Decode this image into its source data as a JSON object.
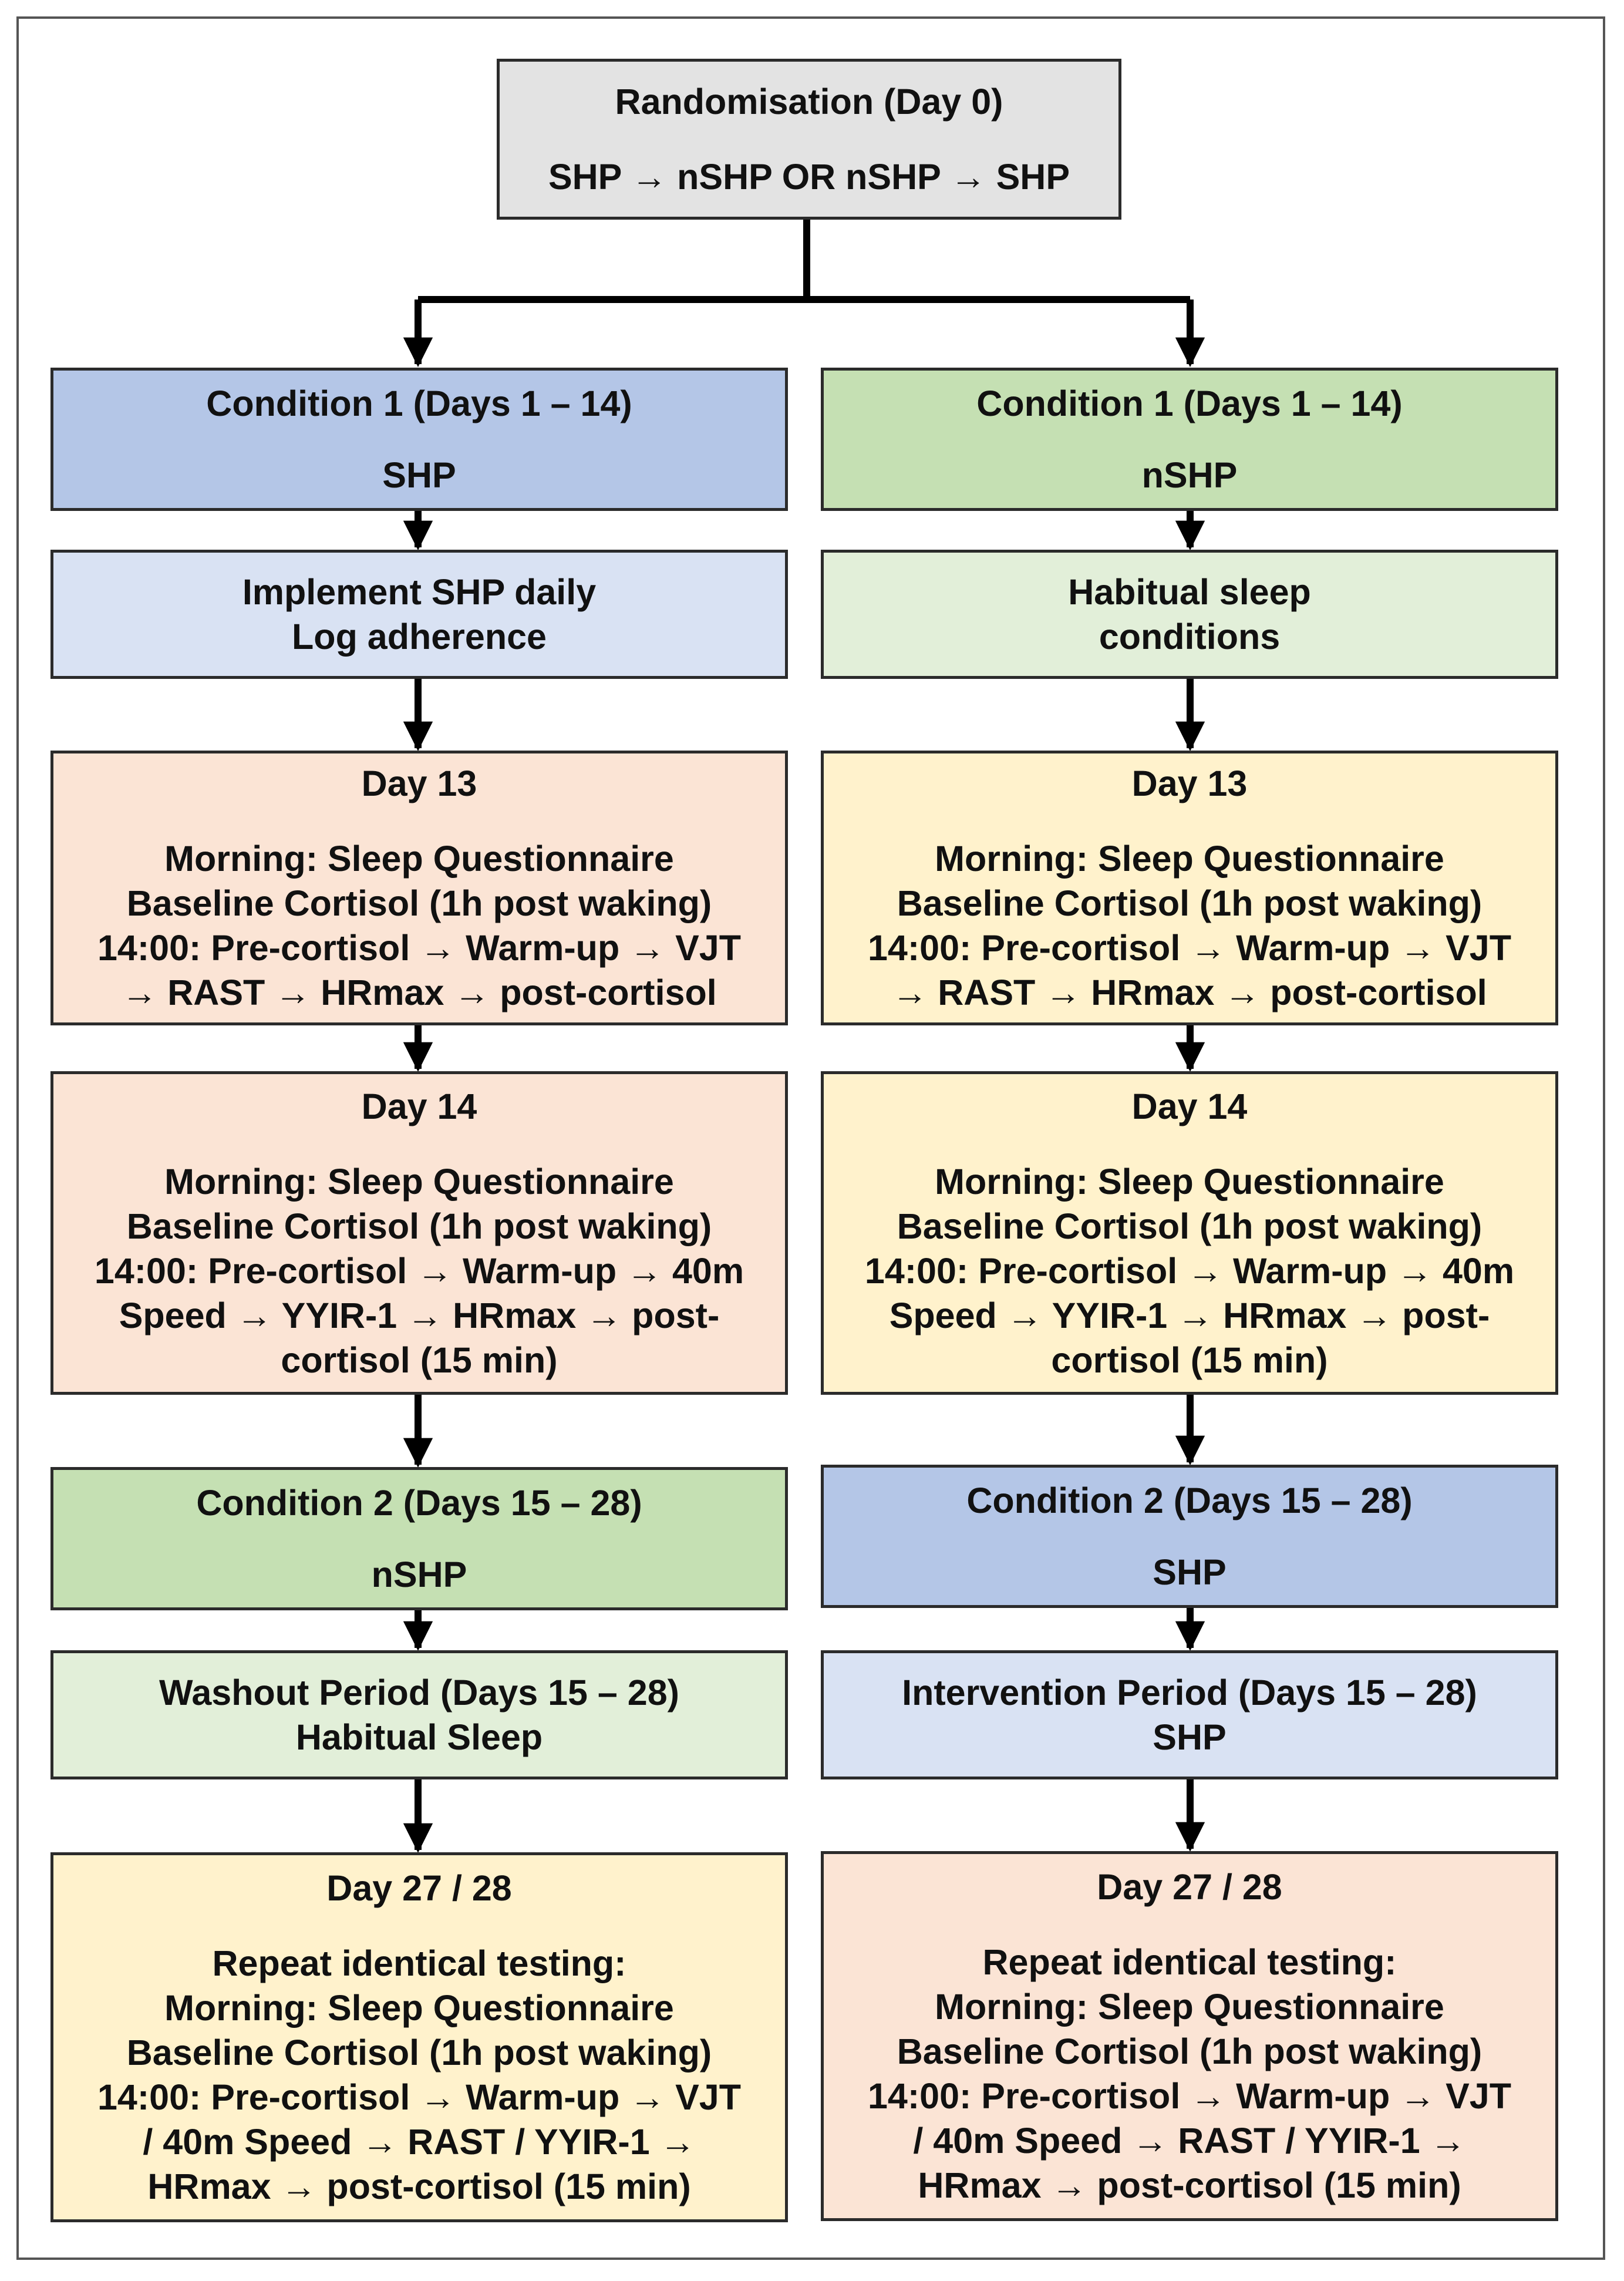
{
  "colors": {
    "grey": "#e3e3e3",
    "blue": "#b4c6e7",
    "light_blue": "#d9e2f3",
    "green": "#c5e0b3",
    "light_green": "#e2efd9",
    "peach": "#fbe4d5",
    "yellow": "#fff2cc",
    "line": "#000000"
  },
  "randomisation": {
    "title": "Randomisation (Day 0)",
    "subtitle": "SHP → nSHP OR nSHP → SHP"
  },
  "left": {
    "condition1": {
      "title": "Condition 1 (Days 1 – 14)",
      "subtitle": "SHP"
    },
    "period1": {
      "lines": [
        "Implement SHP daily",
        "Log adherence"
      ]
    },
    "day13": {
      "title": "Day 13",
      "lines": [
        "Morning: Sleep Questionnaire",
        "Baseline Cortisol (1h post waking)",
        "14:00: Pre-cortisol → Warm-up → VJT",
        "→ RAST → HRmax → post-cortisol"
      ]
    },
    "day14": {
      "title": "Day 14",
      "lines": [
        "Morning: Sleep Questionnaire",
        "Baseline Cortisol (1h post waking)",
        "14:00: Pre-cortisol → Warm-up → 40m",
        "Speed → YYIR-1 → HRmax → post-",
        "cortisol (15 min)"
      ]
    },
    "condition2": {
      "title": "Condition 2 (Days 15 – 28)",
      "subtitle": "nSHP"
    },
    "period2": {
      "lines": [
        "Washout Period (Days 15 – 28)",
        "Habitual Sleep"
      ]
    },
    "day2728": {
      "title": "Day 27 / 28",
      "lines": [
        "Repeat identical testing:",
        "Morning: Sleep Questionnaire",
        "Baseline Cortisol (1h post waking)",
        "14:00: Pre-cortisol → Warm-up → VJT",
        "/ 40m Speed → RAST / YYIR-1 →",
        "HRmax → post-cortisol (15 min)"
      ]
    }
  },
  "right": {
    "condition1": {
      "title": "Condition 1 (Days 1 – 14)",
      "subtitle": "nSHP"
    },
    "period1": {
      "lines": [
        "Habitual sleep",
        "conditions"
      ]
    },
    "day13": {
      "title": "Day 13",
      "lines": [
        "Morning: Sleep Questionnaire",
        "Baseline Cortisol (1h post waking)",
        "14:00: Pre-cortisol → Warm-up → VJT",
        "→ RAST → HRmax → post-cortisol"
      ]
    },
    "day14": {
      "title": "Day 14",
      "lines": [
        "Morning: Sleep Questionnaire",
        "Baseline Cortisol (1h post waking)",
        "14:00: Pre-cortisol → Warm-up → 40m",
        "Speed → YYIR-1 → HRmax → post-",
        "cortisol (15 min)"
      ]
    },
    "condition2": {
      "title": "Condition 2 (Days 15 – 28)",
      "subtitle": "SHP"
    },
    "period2": {
      "lines": [
        "Intervention Period (Days 15 – 28)",
        "SHP"
      ]
    },
    "day2728": {
      "title": "Day 27 / 28",
      "lines": [
        "Repeat identical testing:",
        "Morning: Sleep Questionnaire",
        "Baseline Cortisol (1h post waking)",
        "14:00: Pre-cortisol → Warm-up → VJT",
        "/ 40m Speed → RAST / YYIR-1 →",
        "HRmax → post-cortisol (15 min)"
      ]
    }
  }
}
